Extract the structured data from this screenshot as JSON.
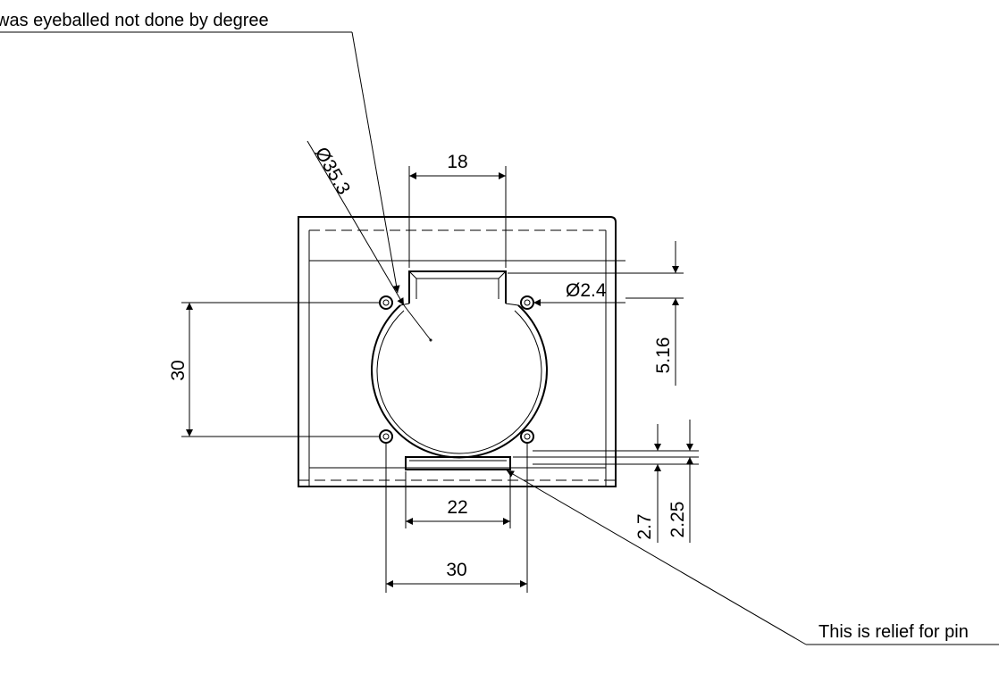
{
  "notes": {
    "top_line_partial": "",
    "top_line": "was eyeballed not done by degree",
    "relief": "This is relief for pin"
  },
  "dimensions": {
    "big_diameter": "Ø35.3",
    "top_width": "18",
    "small_diameter": "Ø2.4",
    "left_height": "30",
    "right_height": "5.16",
    "slot_width": "22",
    "bottom_width": "30",
    "offset_a": "2.7",
    "offset_b": "2.25"
  },
  "colors": {
    "line": "#000000",
    "background": "#ffffff"
  }
}
